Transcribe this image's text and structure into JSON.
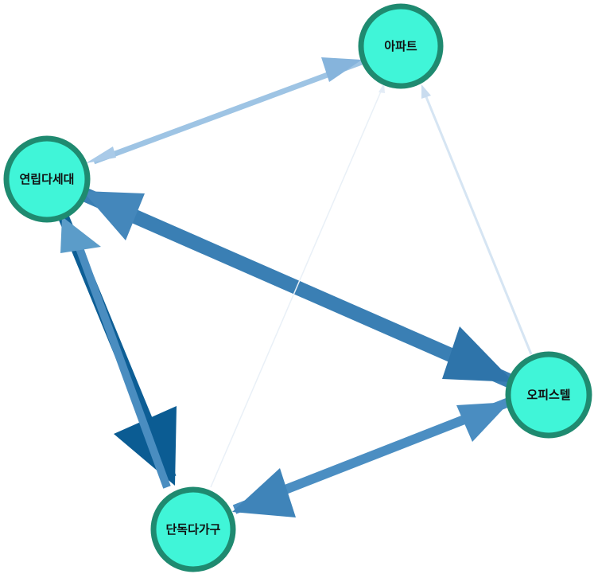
{
  "nodes": [
    {
      "id": "apartment",
      "label": "아파트"
    },
    {
      "id": "rowhouse",
      "label": "연립다세대"
    },
    {
      "id": "officetel",
      "label": "오피스텔"
    },
    {
      "id": "detached",
      "label": "단독다가구"
    }
  ],
  "colors": {
    "node_fill": "#40f5d8",
    "node_stroke": "#1f8a70",
    "label": "#111111",
    "edge_dark": "#0b5c93",
    "edge_medium": "#3b82b8",
    "edge_light": "#8db8dd",
    "edge_faint": "#dde9f5"
  }
}
